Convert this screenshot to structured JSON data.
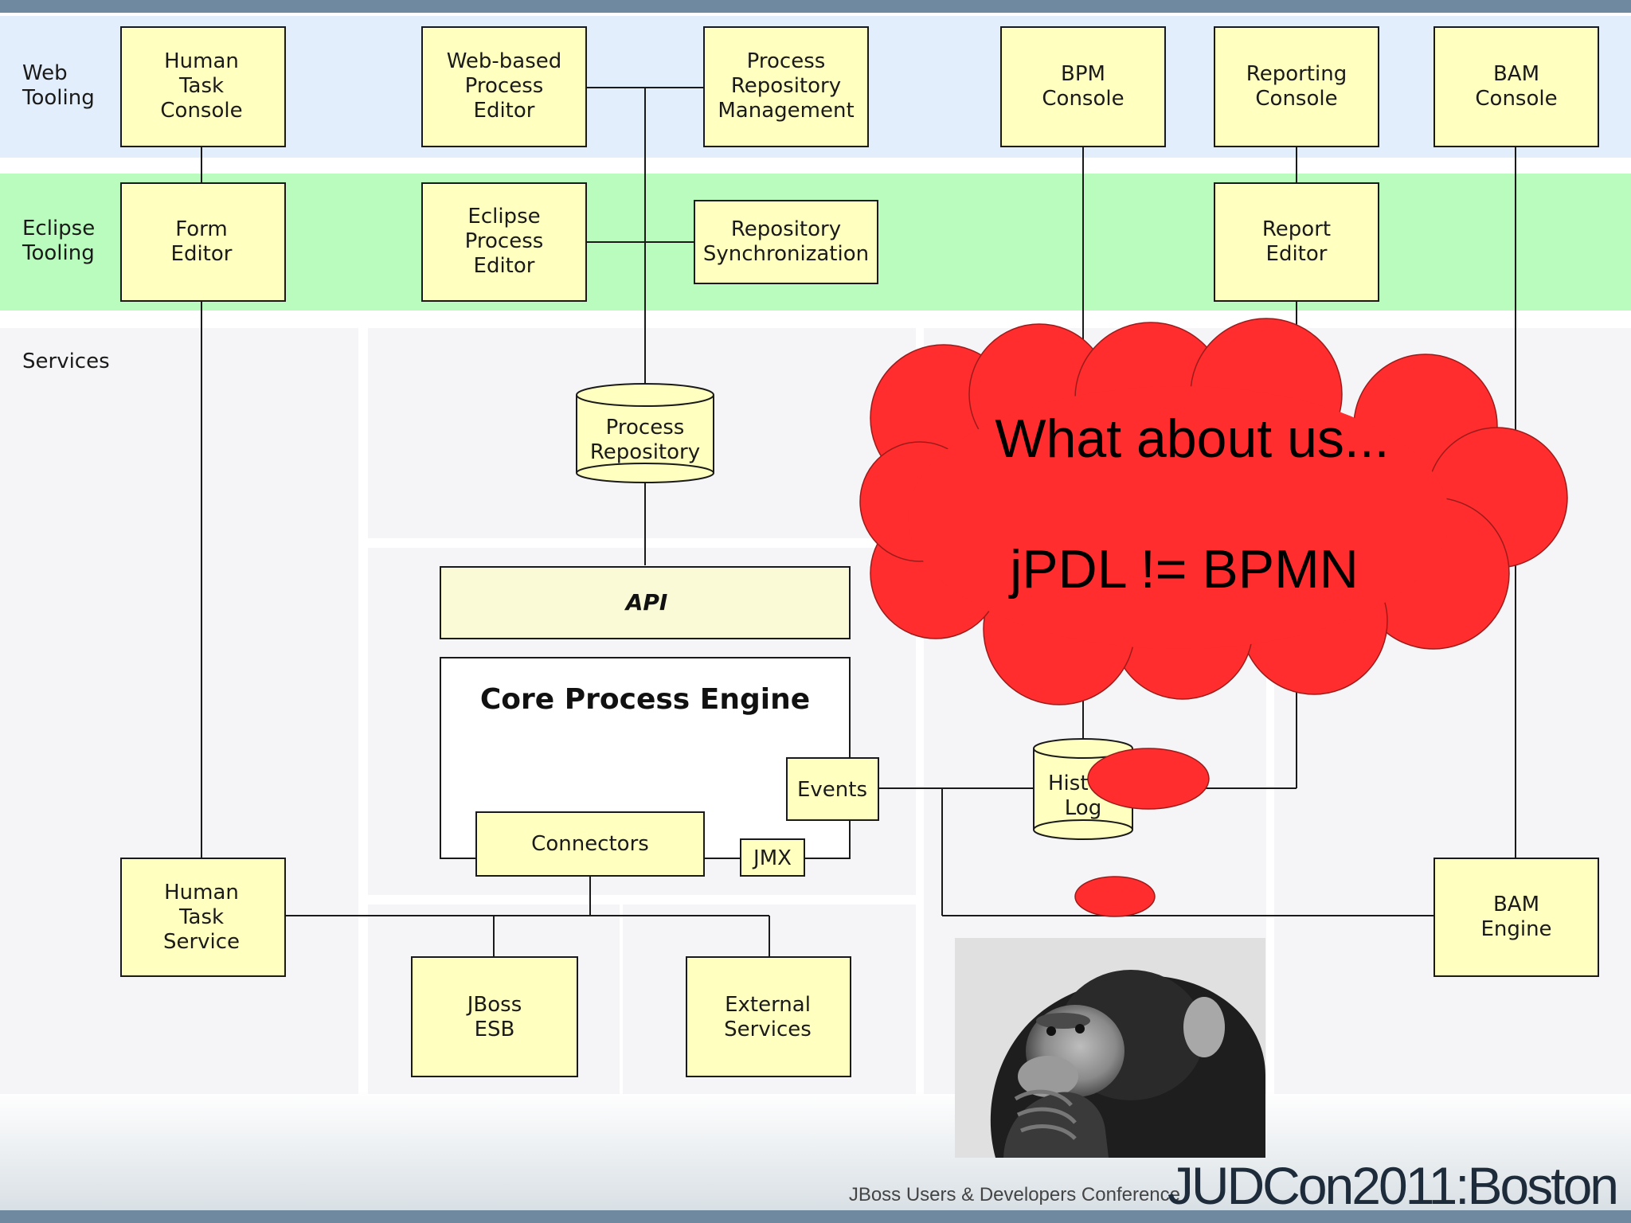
{
  "lanes": {
    "web": [
      "Web",
      "Tooling"
    ],
    "eclipse": [
      "Eclipse",
      "Tooling"
    ],
    "services": [
      "Services"
    ]
  },
  "boxes": {
    "human_task_console": [
      "Human",
      "Task",
      "Console"
    ],
    "web_process_editor": [
      "Web-based",
      "Process",
      "Editor"
    ],
    "process_repo_mgmt": [
      "Process",
      "Repository",
      "Management"
    ],
    "bpm_console": [
      "BPM",
      "Console"
    ],
    "reporting_console": [
      "Reporting",
      "Console"
    ],
    "bam_console": [
      "BAM",
      "Console"
    ],
    "form_editor": [
      "Form",
      "Editor"
    ],
    "eclipse_process_editor": [
      "Eclipse",
      "Process",
      "Editor"
    ],
    "repo_sync": [
      "Repository",
      "Synchronization"
    ],
    "report_editor": [
      "Report",
      "Editor"
    ],
    "process_repository": [
      "Process",
      "Repository"
    ],
    "api": "API",
    "core_engine": "Core Process Engine",
    "events": "Events",
    "connectors": "Connectors",
    "jmx": "JMX",
    "history_log": [
      "Hist",
      "Log"
    ],
    "human_task_service": [
      "Human",
      "Task",
      "Service"
    ],
    "jboss_esb": [
      "JBoss",
      "ESB"
    ],
    "external_services": [
      "External",
      "Services"
    ],
    "bam_engine": [
      "BAM",
      "Engine"
    ]
  },
  "thought_cloud": {
    "line1": "What about us...",
    "line2": "jPDL != BPMN",
    "color": "#ff2d2d"
  },
  "footer": {
    "subtitle": "JBoss Users & Developers Conference",
    "brand": "JUDCon2011:Boston"
  },
  "colors": {
    "box_fill": "#ffffc0",
    "web_lane": "#e2eefb",
    "eclipse_lane": "#b9fcbd",
    "services_panel": "#f5f5f7",
    "header_band": "#6f8aa0"
  }
}
